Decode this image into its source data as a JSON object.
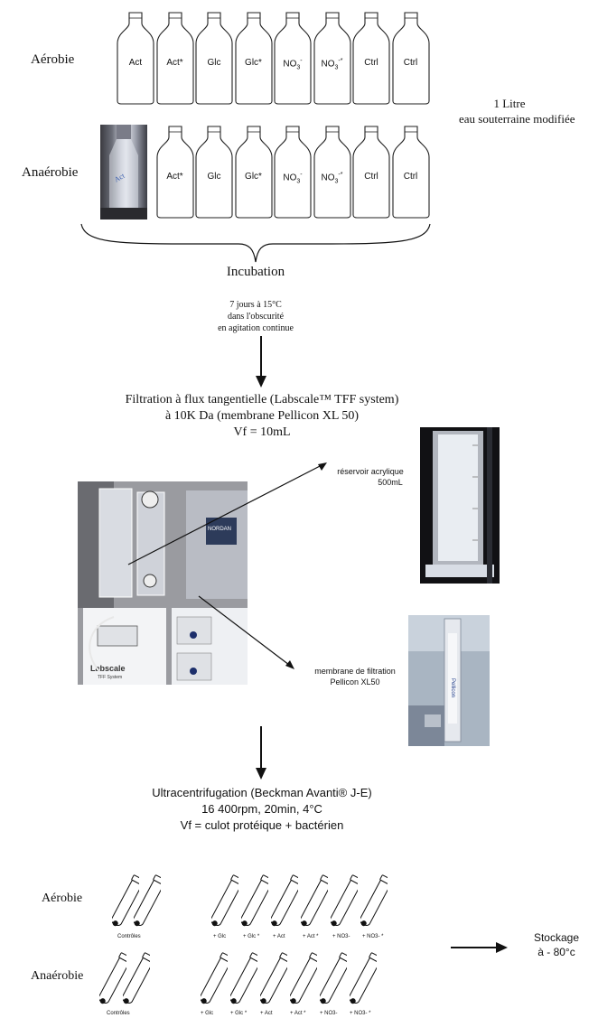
{
  "rows": {
    "aerobie": "Aérobie",
    "anaerobie": "Anaérobie"
  },
  "aerobic_bottles": [
    "Act",
    "Act*",
    "Glc",
    "Glc*",
    "NO3-",
    "NO3-*",
    "Ctrl",
    "Ctrl"
  ],
  "anaerobic_bottles": [
    "Act*",
    "Glc",
    "Glc*",
    "NO3-",
    "NO3-*",
    "Ctrl",
    "Ctrl"
  ],
  "side_note": {
    "line1": "1 Litre",
    "line2": "eau souterraine modifiée"
  },
  "incubation": {
    "title": "Incubation",
    "line1": "7 jours à 15°C",
    "line2": "dans l'obscurité",
    "line3": "en agitation continue"
  },
  "filtration": {
    "line1": "Filtration à flux tangentielle (Labscale™ TFF system)",
    "line2": "à 10K Da (membrane Pellicon XL 50)",
    "line3": "Vf = 10mL"
  },
  "reservoir": {
    "line1": "réservoir acrylique",
    "line2": "500mL"
  },
  "membrane": {
    "line1": "membrane de filtration",
    "line2": "Pellicon XL50"
  },
  "ultracentrifugation": {
    "line1": "Ultracentrifugation (Beckman Avanti® J-E)",
    "line2": "16 400rpm, 20min, 4°C",
    "line3": "Vf = culot protéique + bactérien"
  },
  "tubes": {
    "controls_label": "Contrôles",
    "aerobic_labels": [
      "+ Glc",
      "+ Glc *",
      "+ Act",
      "+ Act *",
      "+ NO3-",
      "+ NO3- *"
    ],
    "anaerobic_labels": [
      "+ Glc",
      "+ Glc *",
      "+ Act",
      "+ Act *",
      "+ NO3-",
      "+ NO3- *"
    ]
  },
  "storage": {
    "line1": "Stockage",
    "line2": "à - 80°c"
  }
}
